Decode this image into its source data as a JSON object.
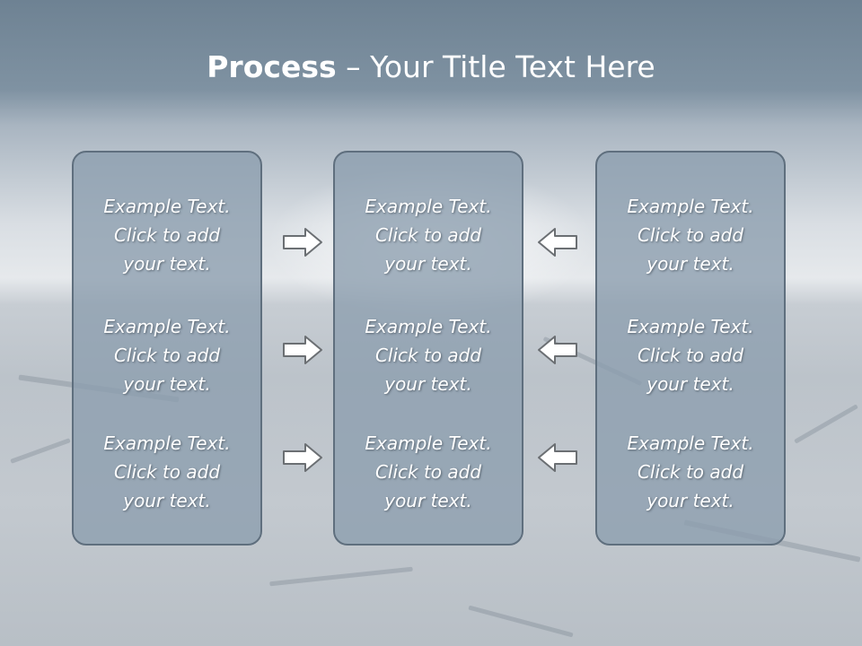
{
  "title": {
    "bold": "Process",
    "rest": " – Your Title Text Here"
  },
  "columns": [
    {
      "items": [
        "Example Text.\nClick  to add\nyour text.",
        "Example Text.\nClick  to add\nyour text.",
        "Example Text.\nClick  to add\nyour text."
      ]
    },
    {
      "items": [
        "Example Text.\nClick  to add\nyour text.",
        "Example Text.\nClick  to add\nyour text.",
        "Example Text.\nClick  to add\nyour text."
      ]
    },
    {
      "items": [
        "Example Text.\nClick  to add\nyour text.",
        "Example Text.\nClick  to add\nyour text.",
        "Example Text.\nClick  to add\nyour text."
      ]
    }
  ],
  "arrows": {
    "left_group": "arrow-right-icon",
    "right_group": "arrow-left-icon"
  },
  "colors": {
    "box_fill": "#8c9eae",
    "box_border": "#5f6f7e",
    "text": "#ffffff",
    "arrow_fill": "#ffffff",
    "arrow_stroke": "#6b6f73"
  }
}
